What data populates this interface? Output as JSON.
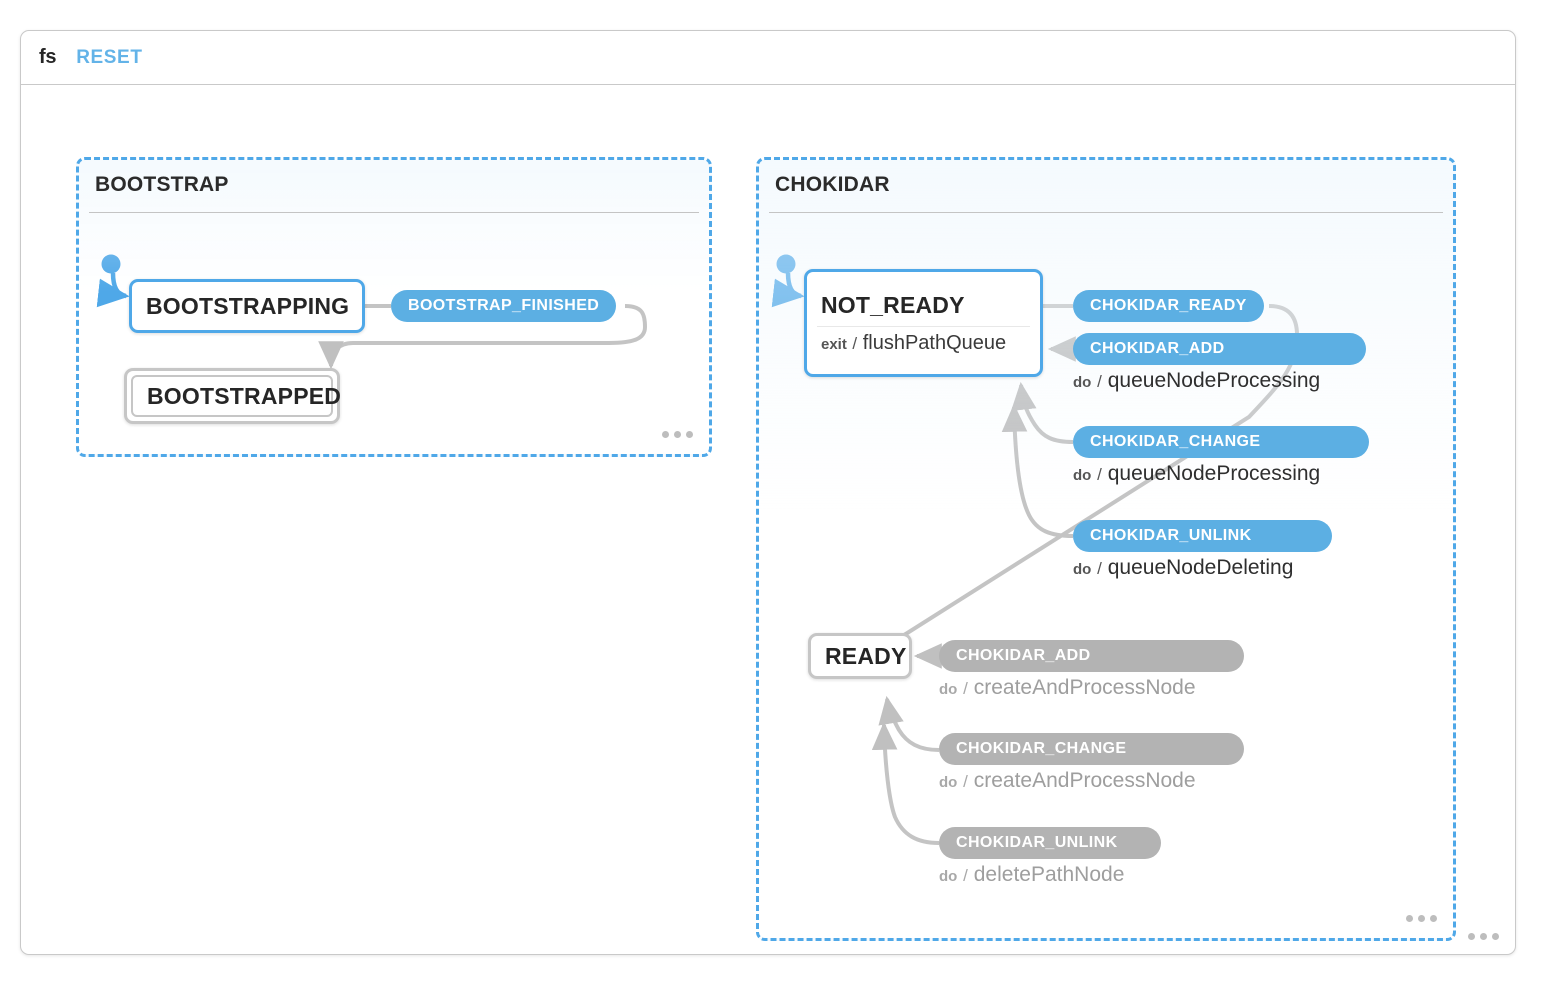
{
  "header": {
    "machine_title": "fs",
    "reset_label": "RESET"
  },
  "regions": [
    {
      "id": "bootstrap",
      "title": "BOOTSTRAP",
      "menu_icon": "ellipsis-icon"
    },
    {
      "id": "chokidar",
      "title": "CHOKIDAR",
      "menu_icon": "ellipsis-icon"
    }
  ],
  "states": {
    "bootstrapping": {
      "label": "BOOTSTRAPPING",
      "status": "active"
    },
    "bootstrapped": {
      "label": "BOOTSTRAPPED",
      "status": "final"
    },
    "not_ready": {
      "label": "NOT_READY",
      "status": "active",
      "action_keyword": "exit",
      "action_separator": "/",
      "action_name": "flushPathQueue"
    },
    "ready": {
      "label": "READY",
      "status": "inactive"
    }
  },
  "events": {
    "bootstrap_finished": {
      "label": "BOOTSTRAP_FINISHED",
      "state": "enabled"
    },
    "chokidar_ready": {
      "label": "CHOKIDAR_READY",
      "state": "enabled"
    },
    "not_ready_add": {
      "label": "CHOKIDAR_ADD",
      "state": "enabled",
      "action_keyword": "do",
      "action_separator": "/",
      "action_name": "queueNodeProcessing"
    },
    "not_ready_change": {
      "label": "CHOKIDAR_CHANGE",
      "state": "enabled",
      "action_keyword": "do",
      "action_separator": "/",
      "action_name": "queueNodeProcessing"
    },
    "not_ready_unlink": {
      "label": "CHOKIDAR_UNLINK",
      "state": "enabled",
      "action_keyword": "do",
      "action_separator": "/",
      "action_name": "queueNodeDeleting"
    },
    "ready_add": {
      "label": "CHOKIDAR_ADD",
      "state": "disabled",
      "action_keyword": "do",
      "action_separator": "/",
      "action_name": "createAndProcessNode"
    },
    "ready_change": {
      "label": "CHOKIDAR_CHANGE",
      "state": "disabled",
      "action_keyword": "do",
      "action_separator": "/",
      "action_name": "createAndProcessNode"
    },
    "ready_unlink": {
      "label": "CHOKIDAR_UNLINK",
      "state": "disabled",
      "action_keyword": "do",
      "action_separator": "/",
      "action_name": "deletePathNode"
    }
  },
  "colors": {
    "accent_blue": "#4fa8e8",
    "pill_blue": "#5cafe3",
    "pill_gray": "#b3b3b3",
    "edge_gray": "#c4c4c4",
    "text_dark": "#262626"
  }
}
